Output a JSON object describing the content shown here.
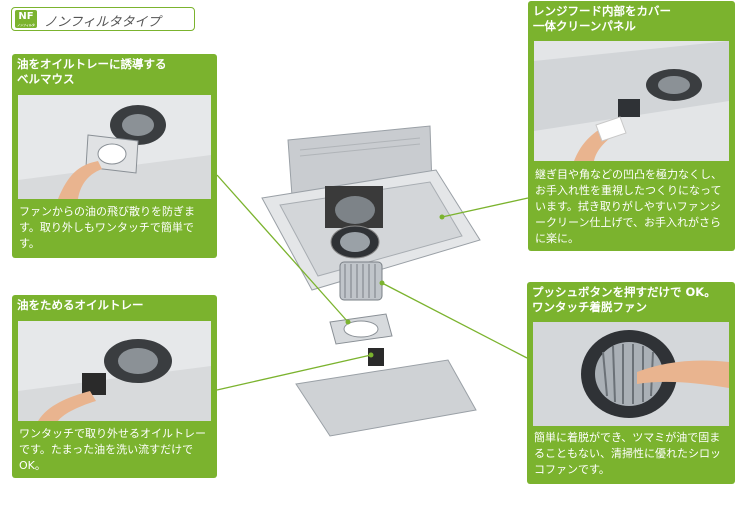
{
  "badge": {
    "icon_text": "NF",
    "icon_sub": "ノンフィルタ",
    "label": "ノンフィルタタイプ"
  },
  "cards": {
    "bellmouth": {
      "title": "油をオイルトレーに誘導する\nベルマウス",
      "desc": "ファンからの油の飛び散りを防ぎます。取り外しもワンタッチで簡単です。"
    },
    "oiltray": {
      "title": "油をためるオイルトレー",
      "desc": "ワンタッチで取り外せるオイルトレーです。たまった油を洗い流すだけで OK。"
    },
    "panel": {
      "title": "レンジフード内部をカバー\n一体クリーンパネル",
      "desc": "継ぎ目や角などの凹凸を極力なくし、お手入れ性を重視したつくりになっています。拭き取りがしやすいファンシークリーン仕上げで、お手入れがさらに楽に。"
    },
    "fan": {
      "title": "プッシュボタンを押すだけで OK。\nワンタッチ着脱ファン",
      "desc": "簡単に着脱ができ、ツマミが油で固まることもない、清掃性に優れたシロッコファンです。"
    }
  },
  "colors": {
    "accent": "#7bb32e",
    "leader": "#7bb32e"
  }
}
